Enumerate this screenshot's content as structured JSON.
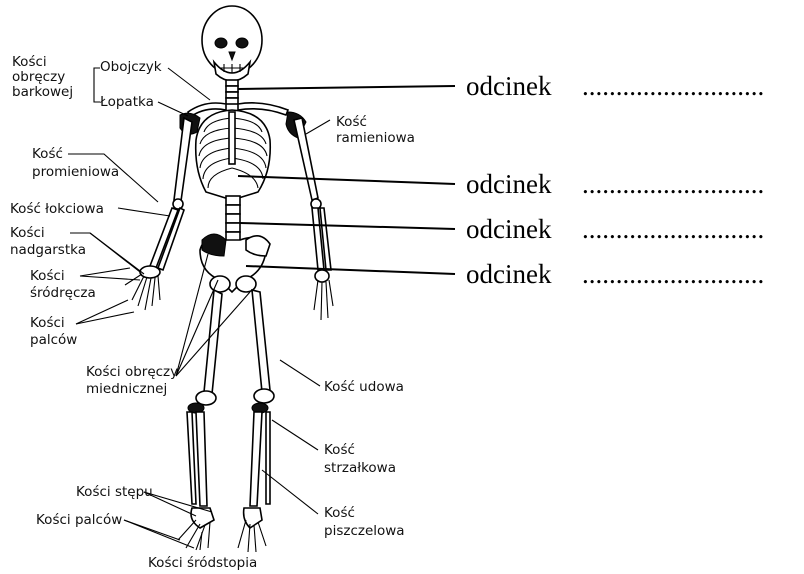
{
  "labels": {
    "obrecz_barkowa": [
      "Kości",
      "obręczy",
      "barkowej"
    ],
    "obojczyk": "Obojczyk",
    "lopatka": "Łopatka",
    "kosc_ramieniowa": [
      "Kość",
      "ramieniowa"
    ],
    "kosc_promieniowa": [
      "Kość",
      "promieniowa"
    ],
    "kosc_lokciowa": "Kość łokciowa",
    "kosci_nadgarstka": [
      "Kości",
      "nadgarstka"
    ],
    "kosci_srodrecza": [
      "Kości",
      "śródręcza"
    ],
    "kosci_palcow_reki": [
      "Kości",
      "palców"
    ],
    "obrecz_miedniczna": [
      "Kości obręczy",
      "miednicznej"
    ],
    "kosc_udowa": "Kość udowa",
    "kosc_strzalkowa": [
      "Kość",
      "strzałkowa"
    ],
    "kosc_piszczelowa": [
      "Kość",
      "piszczelowa"
    ],
    "kosci_stepu": "Kości stępu",
    "kosci_palcow_stopy": "Kości palców",
    "kosci_srodstopia": "Kości śródstopia"
  },
  "segments": [
    {
      "word": "odcinek",
      "dots": "..........................."
    },
    {
      "word": "odcinek",
      "dots": "..........................."
    },
    {
      "word": "odcinek",
      "dots": "..........................."
    },
    {
      "word": "odcinek",
      "dots": "..........................."
    }
  ]
}
